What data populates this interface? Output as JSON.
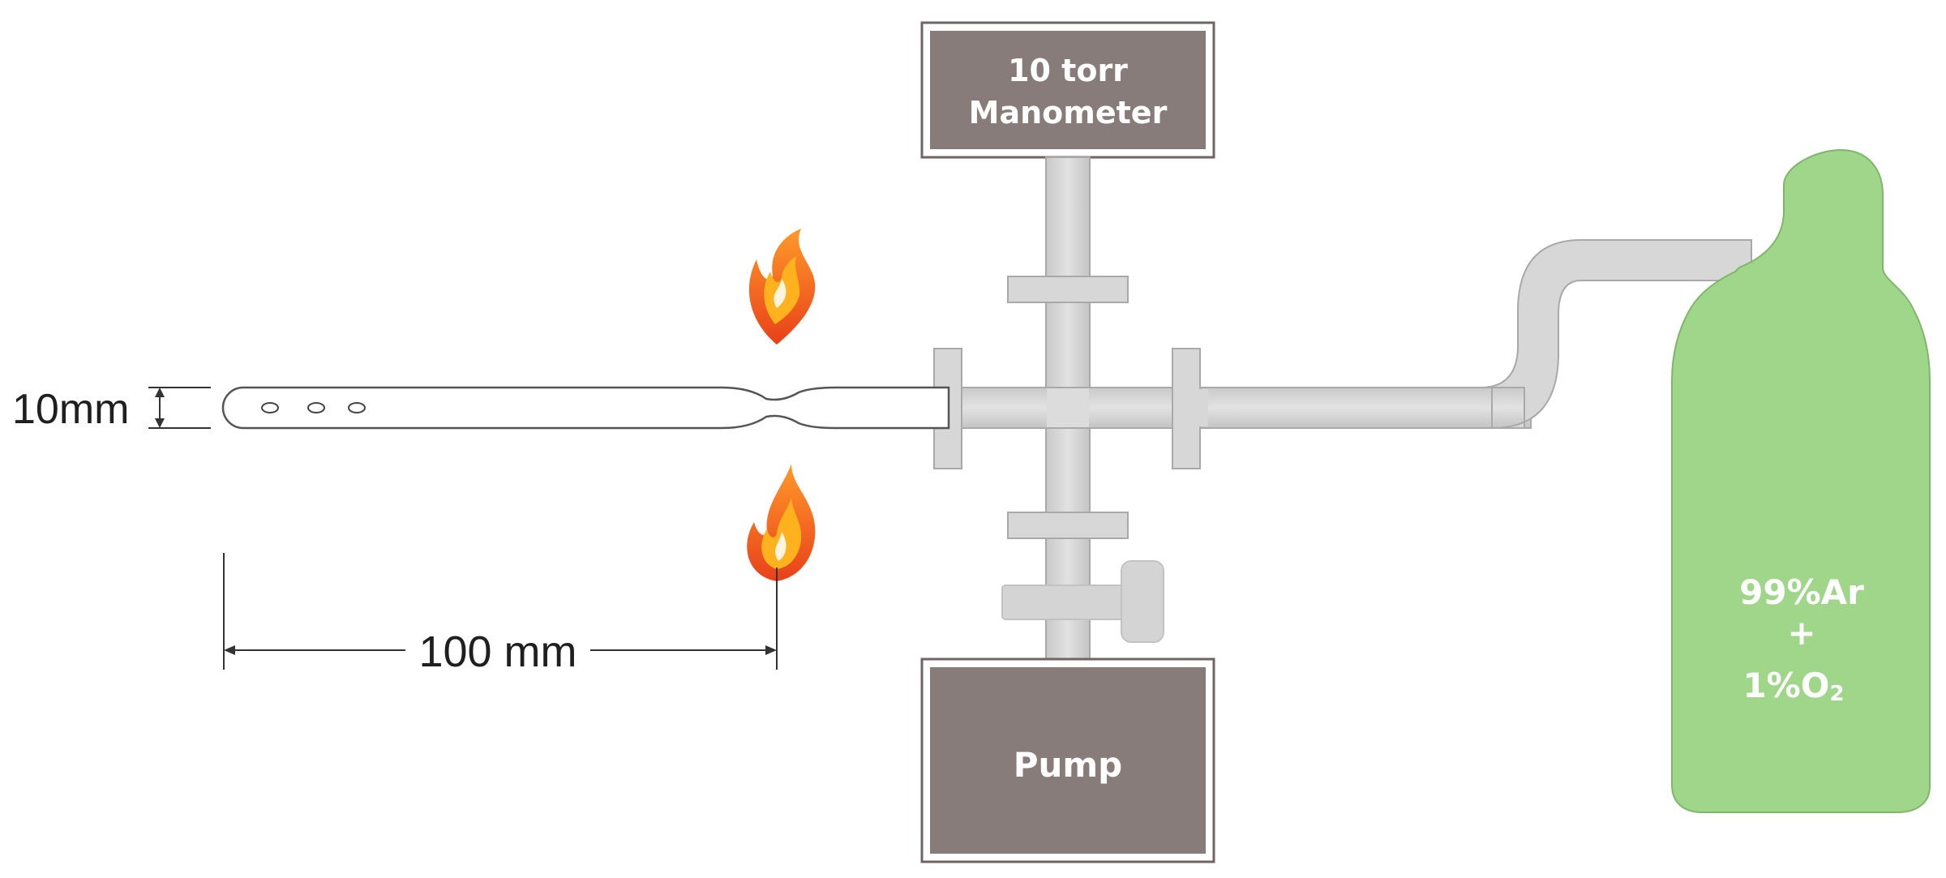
{
  "labels": {
    "manometer_line1": "10 torr",
    "manometer_line2": "Manometer",
    "pump": "Pump",
    "tube_diameter": "10mm",
    "distance": "100 mm",
    "gas_line1": "99%Ar",
    "gas_line2": "+",
    "gas_line3": "1%O",
    "gas_line3_subscript": "2"
  },
  "colors": {
    "box_fill": "#877c79",
    "pipe_fill": "#d7d7d7",
    "cylinder_fill": "#9fd68a",
    "tube_fill": "#ffffff",
    "flame_outer": "#f0501c",
    "flame_inner": "#ffb21e"
  },
  "icons": [
    "flame-icon"
  ]
}
